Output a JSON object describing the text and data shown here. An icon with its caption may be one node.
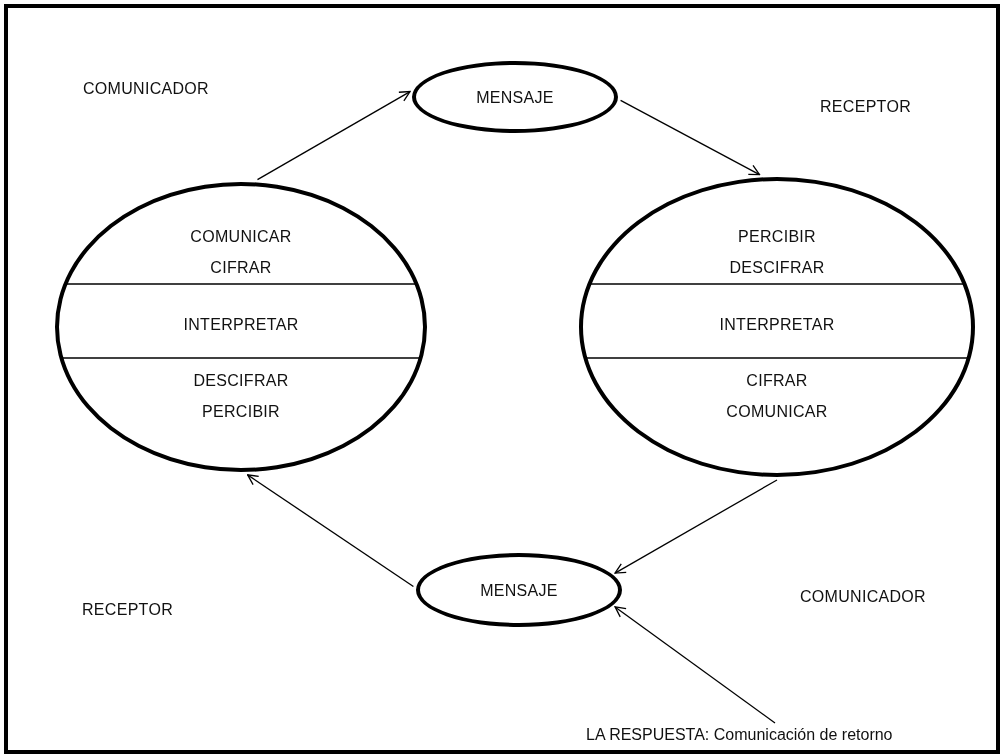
{
  "diagram": {
    "nodes": [
      {
        "text": [
          "COMUNICAR CIFRAR",
          "INTERPRETAR",
          "DESCIFRAR PERCIBIR"
        ]
      },
      {
        "text": [
          "MENSAJE"
        ]
      },
      {
        "text": [
          "PERCIBIR DESCIFRAR",
          "INTERPRETAR",
          "CIFRAR COMUNICAR"
        ]
      },
      {
        "text": [
          "MENSAJE"
        ]
      },
      {
        "text": [
          "LA RESPUESTA: Comunicación de retorno"
        ]
      }
    ],
    "edges": [
      {
        "from": 0,
        "to": 1,
        "arrow": "to"
      },
      {
        "from": 1,
        "to": 2,
        "arrow": "to"
      },
      {
        "from": 2,
        "to": 3,
        "arrow": "to"
      },
      {
        "from": 3,
        "to": 0,
        "arrow": "to"
      },
      {
        "from": 4,
        "to": 3,
        "arrow": "to"
      }
    ],
    "labels": [
      "COMUNICADOR",
      "RECEPTOR",
      "RECEPTOR",
      "COMUNICADOR"
    ]
  }
}
